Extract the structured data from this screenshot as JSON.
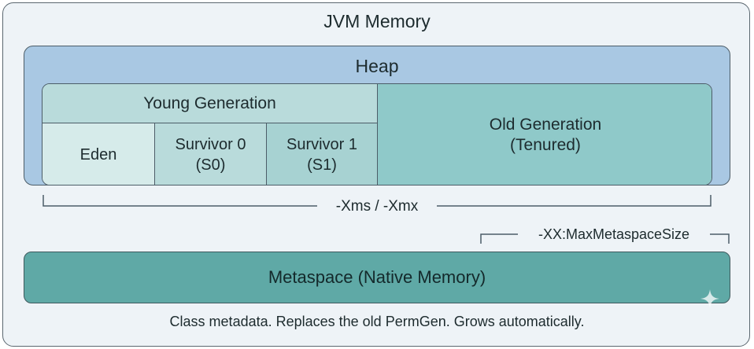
{
  "title": "JVM Memory",
  "heap": {
    "label": "Heap",
    "young_generation": {
      "label": "Young Generation",
      "eden": "Eden",
      "survivor0": {
        "line1": "Survivor 0",
        "line2": "(S0)"
      },
      "survivor1": {
        "line1": "Survivor 1",
        "line2": "(S1)"
      }
    },
    "old_generation": {
      "line1": "Old Generation",
      "line2": "(Tenured)"
    }
  },
  "heap_size_flag": "-Xms / -Xmx",
  "metaspace_size_flag": "-XX:MaxMetaspaceSize",
  "metaspace": {
    "label": "Metaspace (Native Memory)"
  },
  "caption": "Class metadata. Replaces the old PermGen. Grows automatically.",
  "colors": {
    "outer_bg": "#eef3f7",
    "heap": "#a9c8e3",
    "young_header": "#b9dbdb",
    "eden": "#d6ebea",
    "survivor0": "#b9dbdb",
    "survivor1": "#a7d2d2",
    "old_generation": "#8fc9c9",
    "metaspace": "#5fa9a6",
    "border": "#4c5d68"
  }
}
